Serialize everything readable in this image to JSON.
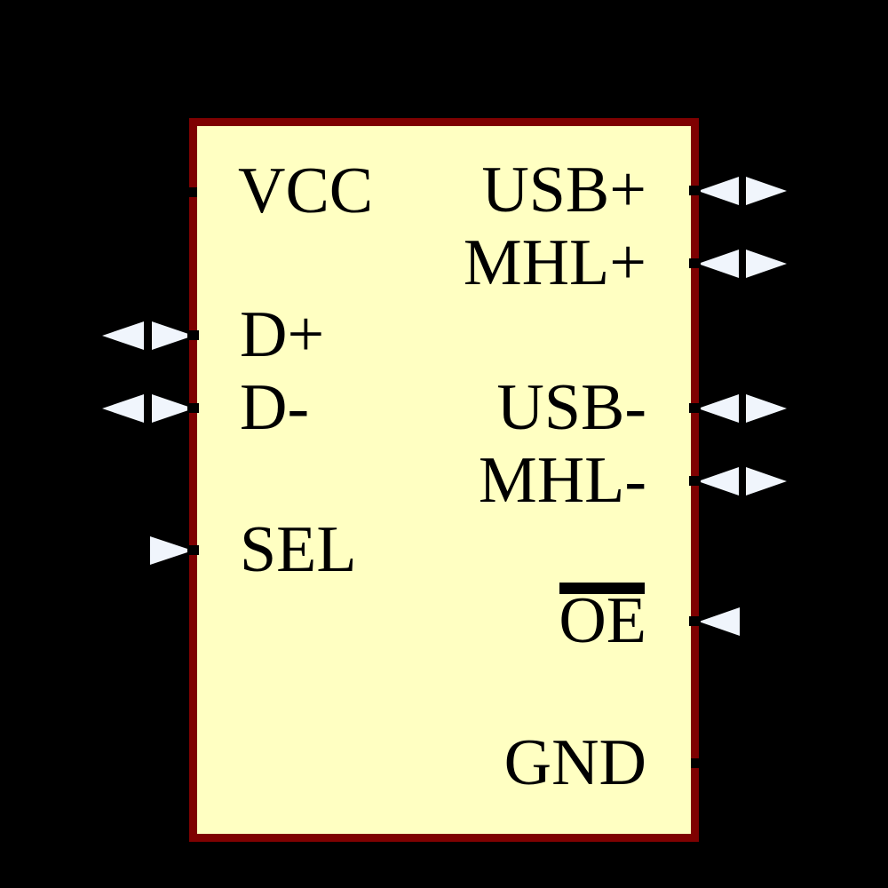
{
  "symbol": {
    "kind": "schematic-symbol",
    "colors": {
      "background": "#000000",
      "body_fill": "#FFFFC2",
      "body_border": "#7F0101",
      "pin_arrow": "#F0F5FC",
      "text": "#000000"
    },
    "pins": {
      "left": [
        {
          "label": "VCC",
          "direction": "power-stub"
        },
        {
          "label": "D+",
          "direction": "bidirectional"
        },
        {
          "label": "D-",
          "direction": "bidirectional"
        },
        {
          "label": "SEL",
          "direction": "input"
        }
      ],
      "right": [
        {
          "label": "USB+",
          "direction": "bidirectional"
        },
        {
          "label": "MHL+",
          "direction": "bidirectional"
        },
        {
          "label": "USB-",
          "direction": "bidirectional"
        },
        {
          "label": "MHL-",
          "direction": "bidirectional"
        },
        {
          "label": "OE",
          "direction": "input",
          "active_low": true
        },
        {
          "label": "GND",
          "direction": "power-stub"
        }
      ]
    }
  }
}
